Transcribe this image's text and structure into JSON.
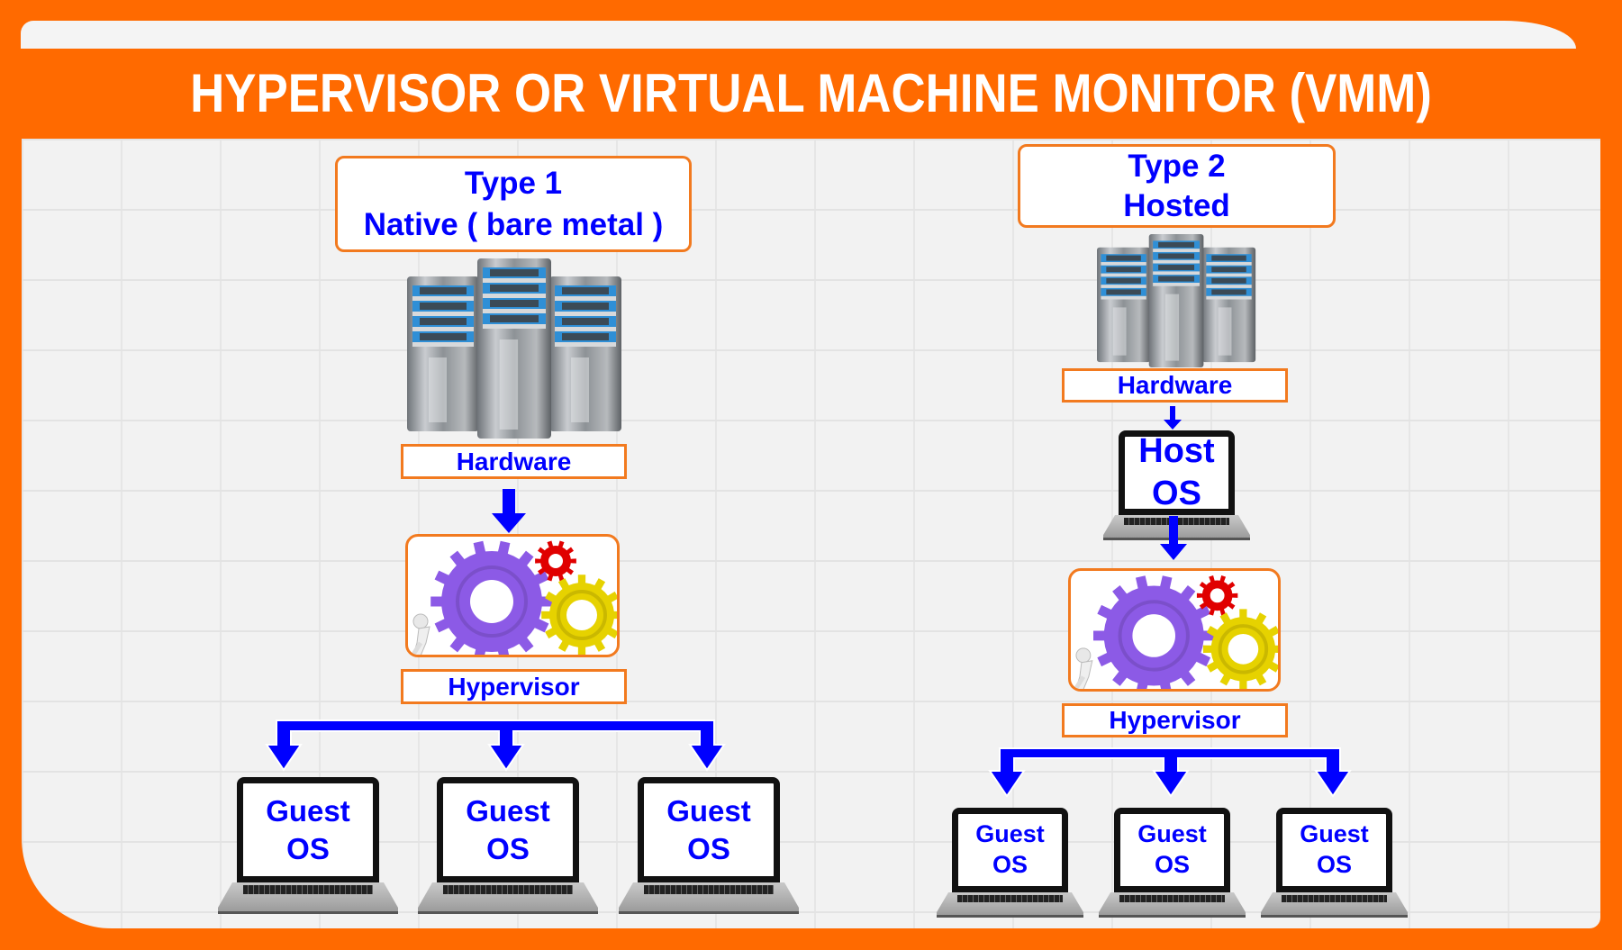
{
  "title": "HYPERVISOR OR VIRTUAL MACHINE MONITOR (VMM)",
  "colors": {
    "frame": "#ff6a00",
    "box_border": "#f27a1f",
    "text": "#0000ff",
    "arrow": "#0000ff",
    "gear_purple": "#8c5ae6",
    "gear_red": "#e00000",
    "gear_yellow": "#e6d200"
  },
  "type1": {
    "heading_line1": "Type 1",
    "heading_line2": "Native ( bare metal )",
    "servers_icon": "server-rack-icon",
    "hardware_label": "Hardware",
    "gears_icon": "gears-icon",
    "hypervisor_label": "Hypervisor",
    "guests": [
      {
        "line1": "Guest",
        "line2": "OS"
      },
      {
        "line1": "Guest",
        "line2": "OS"
      },
      {
        "line1": "Guest",
        "line2": "OS"
      }
    ]
  },
  "type2": {
    "heading_line1": "Type 2",
    "heading_line2": "Hosted",
    "servers_icon": "server-rack-icon",
    "hardware_label": "Hardware",
    "host_os_line1": "Host",
    "host_os_line2": "OS",
    "gears_icon": "gears-icon",
    "hypervisor_label": "Hypervisor",
    "guests": [
      {
        "line1": "Guest",
        "line2": "OS"
      },
      {
        "line1": "Guest",
        "line2": "OS"
      },
      {
        "line1": "Guest",
        "line2": "OS"
      }
    ]
  }
}
